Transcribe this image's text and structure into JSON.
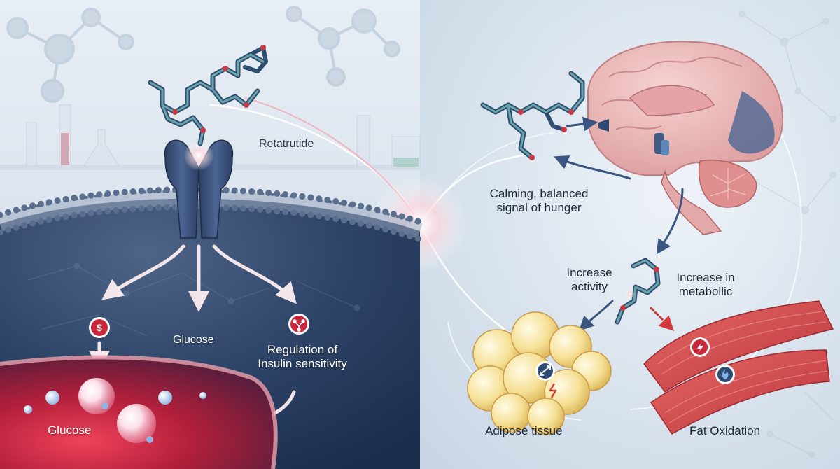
{
  "labels": {
    "retatrutide": "Retatrutide",
    "glucose_center": "Glucose",
    "regulation": [
      "Regulation of",
      "Insulin sensitivity"
    ],
    "glucose_cell": "Glucose",
    "calming": [
      "Calming, balanced",
      "signal of hunger"
    ],
    "increase_activity": [
      "Increase",
      "activity"
    ],
    "increase_metabolic": [
      "Increase in",
      "metabollic"
    ],
    "adipose": "Adipose tissue",
    "fat_oxidation": "Fat Oxidation"
  },
  "icons": {
    "glucose_badge": "dollar-coin-icon",
    "regulation_badge": "molecule-icon",
    "adipose_badge": "exchange-arrows-icon",
    "muscle_lightning": "lightning-icon",
    "muscle_flame": "flame-icon"
  },
  "colors": {
    "membrane": "#5a6f8e",
    "cell_interior": "#253b60",
    "accent_red": "#c8283a",
    "molecule_teal": "#4f8d98",
    "brain": "#e9b3b3",
    "fat": "#f3dc86",
    "muscle": "#d0474a",
    "arrow_navy": "#3a5680"
  }
}
